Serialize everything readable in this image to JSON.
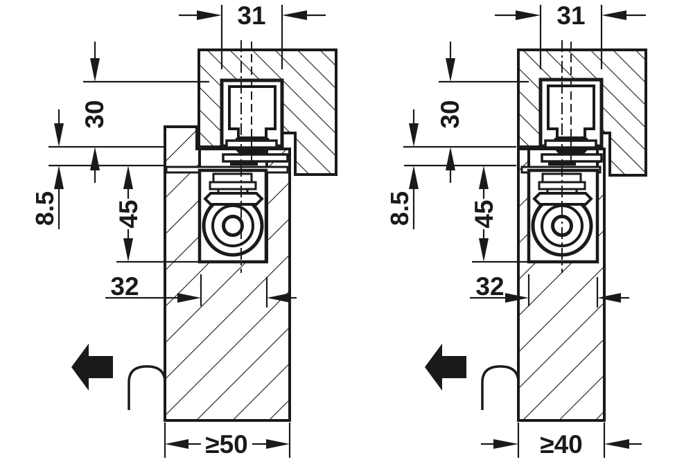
{
  "drawing": {
    "description": "Two dimensioned cross-section views of a concealed overhead door closer mounted in door leaf and frame",
    "line_color": "#1a1a1a",
    "background_color": "#ffffff",
    "hatch": {
      "frame_direction": "backslash",
      "door_direction": "slash"
    },
    "opening_direction_arrow": "left",
    "views": {
      "left": {
        "track_width": "31",
        "head_height": "30",
        "spindle_offset": "8.5",
        "body_height": "45",
        "body_width": "32",
        "door_thickness": "≥50"
      },
      "right": {
        "track_width": "31",
        "head_height": "30",
        "spindle_offset": "8.5",
        "body_height": "45",
        "body_width": "32",
        "door_thickness": "≥40"
      }
    }
  }
}
